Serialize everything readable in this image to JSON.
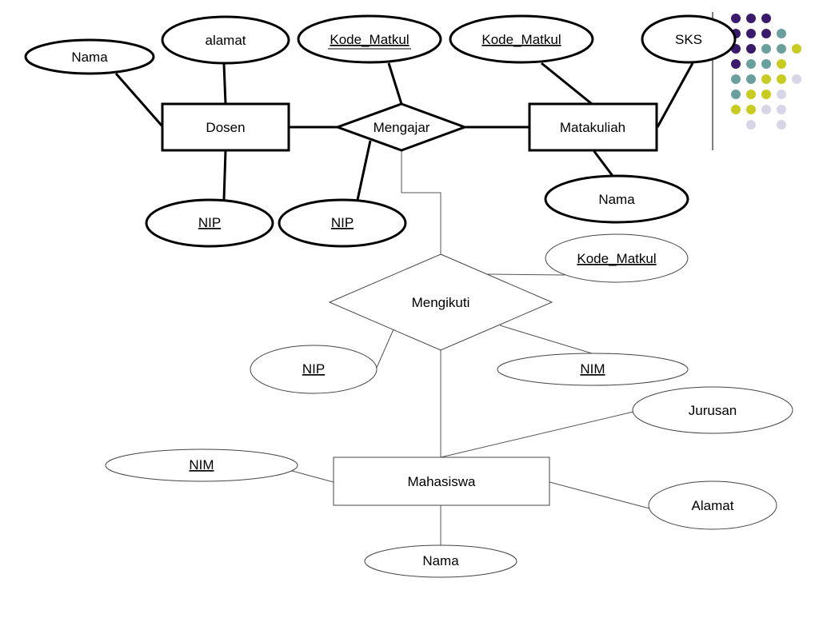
{
  "entities": {
    "dosen": "Dosen",
    "matakuliah": "Matakuliah",
    "mahasiswa": "Mahasiswa"
  },
  "relationships": {
    "mengajar": "Mengajar",
    "mengikuti": "Mengikuti"
  },
  "attributes": {
    "dosen_nama": "Nama",
    "dosen_alamat": "alamat",
    "dosen_nip": "NIP",
    "mengajar_kode_matkul": "Kode_Matkul",
    "mengajar_nip": "NIP",
    "matkul_kode_matkul": "Kode_Matkul",
    "matkul_sks": "SKS",
    "matkul_nama": "Nama",
    "mengikuti_kode_matkul": "Kode_Matkul",
    "mengikuti_nip": "NIP",
    "mengikuti_nim": "NIM",
    "mahasiswa_nim": "NIM",
    "mahasiswa_jurusan": "Jurusan",
    "mahasiswa_alamat": "Alamat",
    "mahasiswa_nama": "Nama"
  },
  "decoration_colors": {
    "purple": "#3a1a6b",
    "teal": "#6a9f9e",
    "olive": "#c8cc22",
    "lavender": "#d6d6e8"
  }
}
